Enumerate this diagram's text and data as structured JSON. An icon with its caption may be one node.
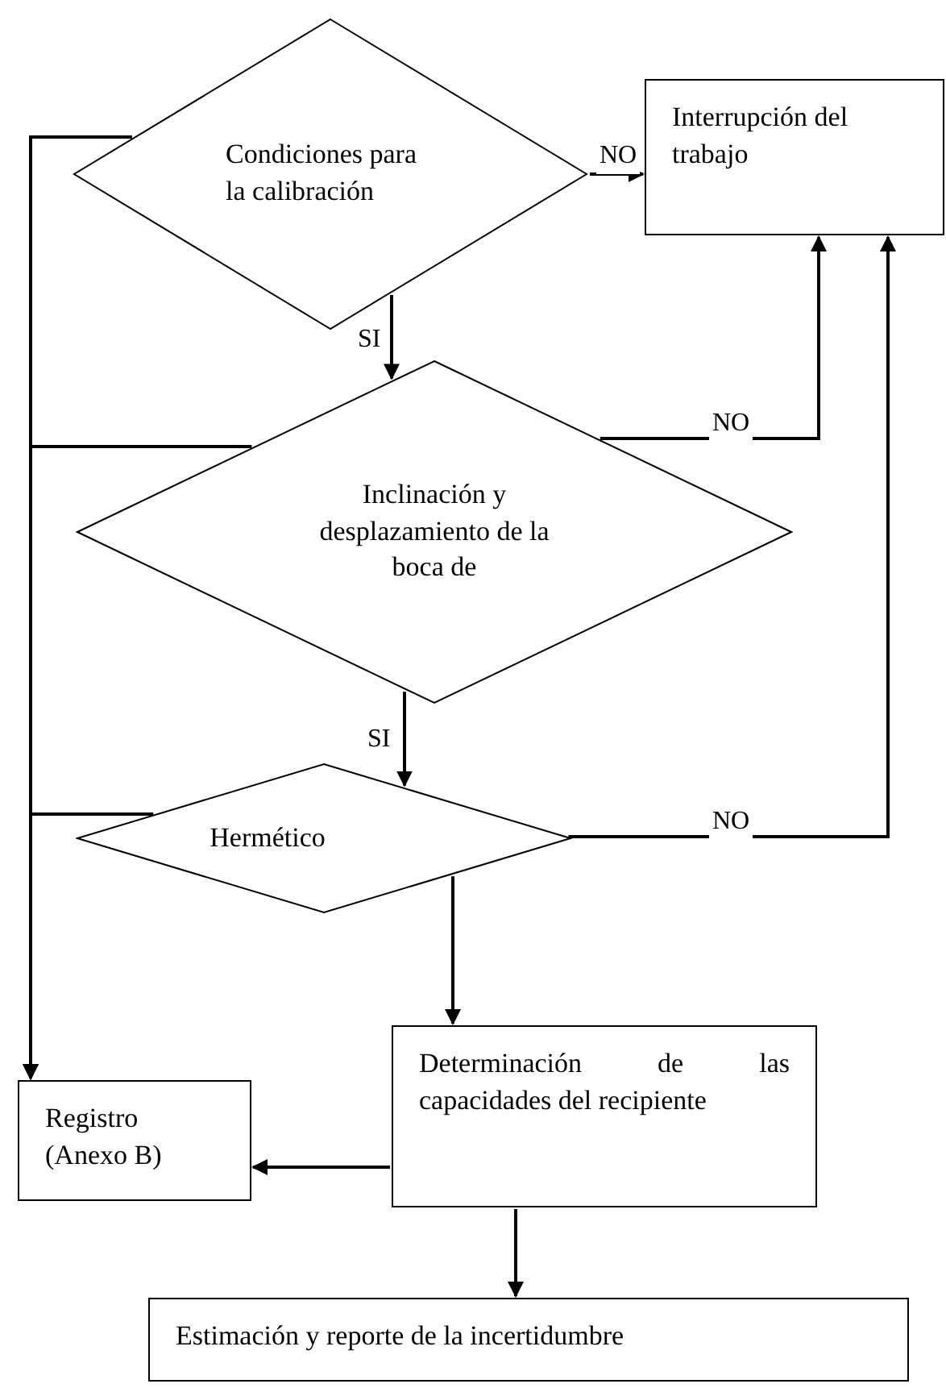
{
  "diagram": {
    "nodes": [
      {
        "text": [
          "Condiciones para la calibración"
        ]
      },
      {
        "text": [
          "Interrupción del trabajo"
        ]
      },
      {
        "text": [
          "Inclinación y desplazamiento de la boca de"
        ]
      },
      {
        "text": [
          "Hermético"
        ]
      },
      {
        "text": [
          "Determinación de las capacidades del recipiente"
        ]
      },
      {
        "text": [
          "Registro (Anexo B)"
        ]
      },
      {
        "text": [
          "Estimación y reporte de la incertidumbre"
        ]
      }
    ],
    "edges": [
      {
        "from": 0,
        "to": 1,
        "arrow": "to",
        "label": "NO"
      },
      {
        "from": 0,
        "to": 2,
        "arrow": "to",
        "label": "SI"
      },
      {
        "from": 2,
        "to": 1,
        "arrow": "to",
        "label": "NO"
      },
      {
        "from": 2,
        "to": 3,
        "arrow": "to",
        "label": "SI"
      },
      {
        "from": 3,
        "to": 1,
        "arrow": "to",
        "label": "NO"
      },
      {
        "from": 3,
        "to": 4,
        "arrow": "to"
      },
      {
        "from": 4,
        "to": 5,
        "arrow": "to"
      },
      {
        "from": 4,
        "to": 6,
        "arrow": "to"
      },
      {
        "from": 0,
        "to": 5,
        "arrow": "to"
      },
      {
        "from": 2,
        "to": 5,
        "arrow": "to"
      },
      {
        "from": 3,
        "to": 5,
        "arrow": "to"
      }
    ]
  }
}
